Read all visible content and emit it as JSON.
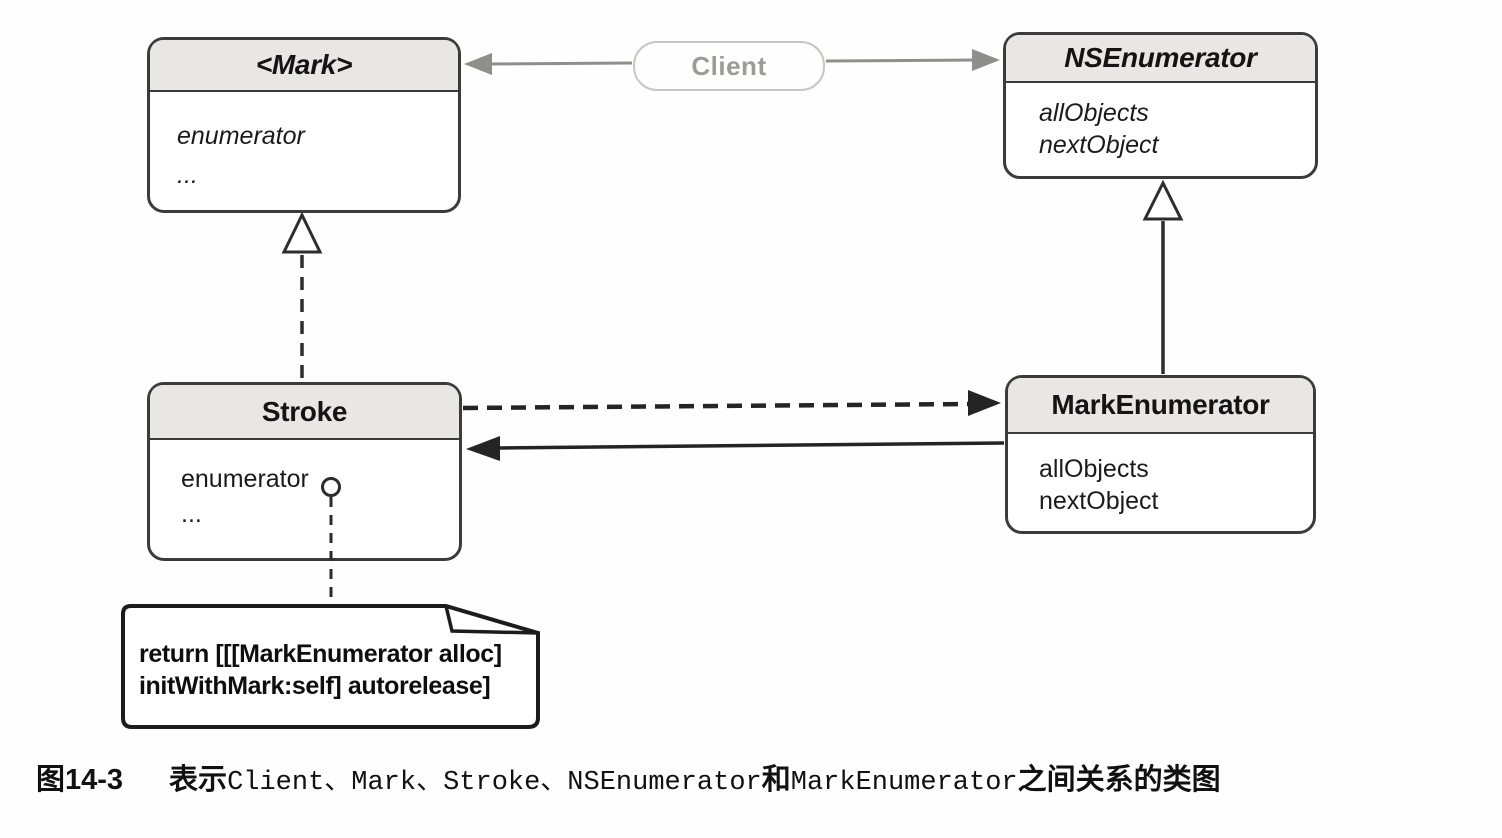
{
  "classes": {
    "mark": {
      "title": "<Mark>",
      "attributes": [
        "enumerator",
        "..."
      ]
    },
    "nsenumerator": {
      "title": "NSEnumerator",
      "attributes": [
        "allObjects",
        "nextObject"
      ]
    },
    "stroke": {
      "title": "Stroke",
      "attributes": [
        "enumerator",
        "..."
      ]
    },
    "markenumerator": {
      "title": "MarkEnumerator",
      "attributes": [
        "allObjects",
        "nextObject"
      ]
    }
  },
  "client": {
    "label": "Client"
  },
  "note": {
    "line1": "return [[[MarkEnumerator alloc]",
    "line2": "initWithMark:self] autorelease]"
  },
  "caption": {
    "figure_label": "图14-3",
    "part_cjk1": "表示",
    "part_code1": "Client、Mark、Stroke、NSEnumerator",
    "part_cjk2": "和",
    "part_code2": "MarkEnumerator",
    "part_cjk3": "之间关系的类图"
  },
  "relationships": [
    {
      "type": "association",
      "from": "Client",
      "to": "<Mark>",
      "style": "gray solid arrow"
    },
    {
      "type": "association",
      "from": "Client",
      "to": "NSEnumerator",
      "style": "gray solid arrow"
    },
    {
      "type": "realization",
      "from": "Stroke",
      "to": "<Mark>",
      "style": "dashed line, hollow triangle"
    },
    {
      "type": "generalization",
      "from": "MarkEnumerator",
      "to": "NSEnumerator",
      "style": "solid line, hollow triangle"
    },
    {
      "type": "dependency",
      "from": "Stroke",
      "to": "MarkEnumerator",
      "style": "dashed line, filled arrow"
    },
    {
      "type": "association",
      "from": "MarkEnumerator",
      "to": "Stroke",
      "style": "solid line, filled arrow"
    },
    {
      "type": "note-anchor",
      "from": "Stroke.enumerator",
      "to": "note",
      "style": "circle + dashed line"
    }
  ],
  "colors": {
    "header_fill": "#e8e7e3",
    "box_border": "#3b3b3b",
    "text": "#141414",
    "client_gray": "#9b9b98",
    "client_border": "#c6c6c2",
    "arrow_gray": "#8e8e8a",
    "arrow_dark": "#242424"
  }
}
